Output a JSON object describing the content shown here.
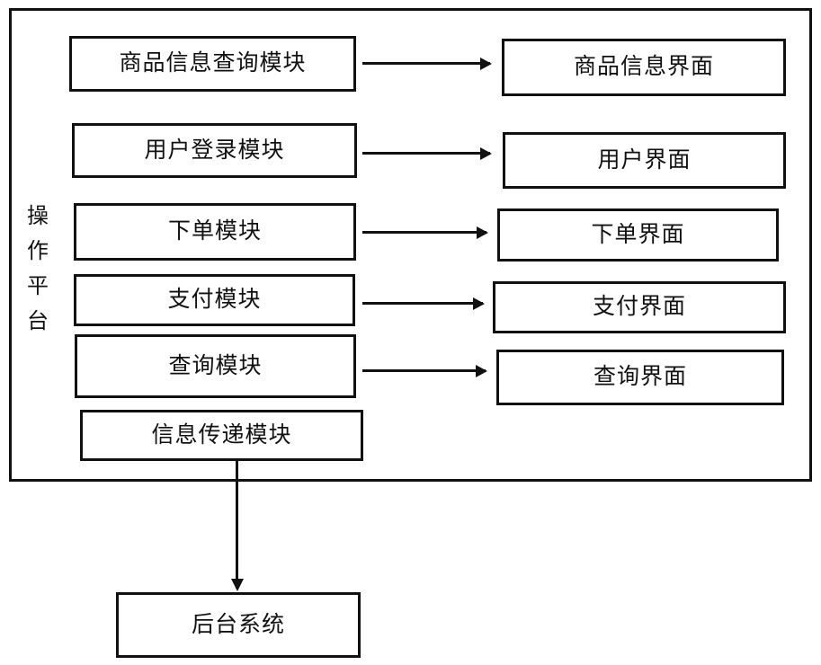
{
  "diagram": {
    "platform": {
      "label": "操作平台",
      "label_chars": [
        "操",
        "作",
        "平",
        "台"
      ]
    },
    "modules": [
      {
        "id": "product-info-query-module",
        "label": "商品信息查询模块"
      },
      {
        "id": "user-login-module",
        "label": "用户登录模块"
      },
      {
        "id": "order-module",
        "label": "下单模块"
      },
      {
        "id": "payment-module",
        "label": "支付模块"
      },
      {
        "id": "query-module",
        "label": "查询模块"
      },
      {
        "id": "info-transfer-module",
        "label": "信息传递模块"
      }
    ],
    "interfaces": [
      {
        "id": "product-info-interface",
        "label": "商品信息界面"
      },
      {
        "id": "user-interface",
        "label": "用户界面"
      },
      {
        "id": "order-interface",
        "label": "下单界面"
      },
      {
        "id": "payment-interface",
        "label": "支付界面"
      },
      {
        "id": "query-interface",
        "label": "查询界面"
      }
    ],
    "backend": {
      "id": "backend-system",
      "label": "后台系统"
    },
    "connections": [
      {
        "from": "product-info-query-module",
        "to": "product-info-interface",
        "type": "arrow-right"
      },
      {
        "from": "user-login-module",
        "to": "user-interface",
        "type": "arrow-right"
      },
      {
        "from": "order-module",
        "to": "order-interface",
        "type": "arrow-right"
      },
      {
        "from": "payment-module",
        "to": "payment-interface",
        "type": "arrow-right"
      },
      {
        "from": "query-module",
        "to": "query-interface",
        "type": "arrow-right"
      },
      {
        "from": "info-transfer-module",
        "to": "backend-system",
        "type": "arrow-down"
      }
    ],
    "colors": {
      "stroke": "#111111",
      "background": "#ffffff",
      "text": "#111111"
    }
  }
}
